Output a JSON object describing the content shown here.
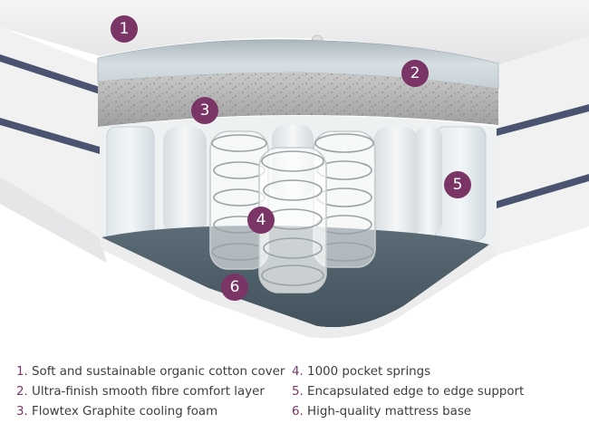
{
  "accent_color": "#7a3566",
  "layers": [
    {
      "number": "1",
      "text": "Soft and sustainable organic cotton cover",
      "prefix": "1.  "
    },
    {
      "number": "2",
      "text": "Ultra-finish smooth fibre comfort layer",
      "prefix": "2. "
    },
    {
      "number": "3",
      "text": "Flowtex Graphite cooling foam",
      "prefix": "3. "
    },
    {
      "number": "4",
      "text": "1000 pocket springs",
      "prefix": "4. "
    },
    {
      "number": "5",
      "text": "Encapsulated edge to edge support",
      "prefix": "5. "
    },
    {
      "number": "6",
      "text": "High-quality mattress base",
      "prefix": "6. "
    }
  ]
}
